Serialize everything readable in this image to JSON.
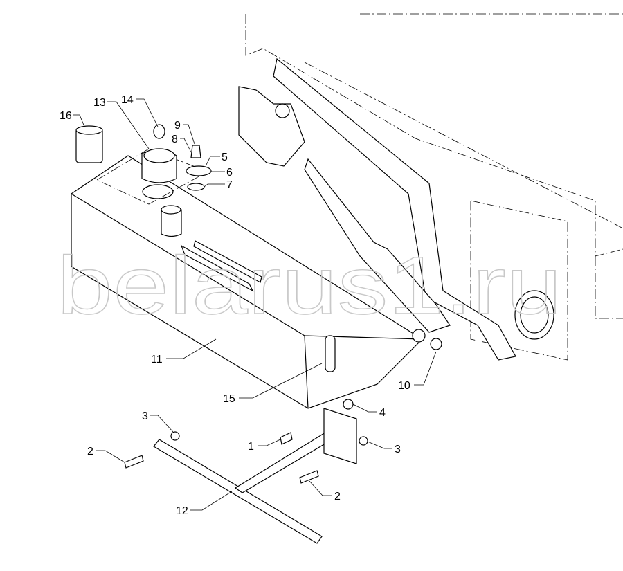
{
  "watermark": "belarus1.ru",
  "callouts": [
    {
      "id": "16",
      "label": "16"
    },
    {
      "id": "13",
      "label": "13"
    },
    {
      "id": "14",
      "label": "14"
    },
    {
      "id": "9",
      "label": "9"
    },
    {
      "id": "8",
      "label": "8"
    },
    {
      "id": "5",
      "label": "5"
    },
    {
      "id": "6",
      "label": "6"
    },
    {
      "id": "7",
      "label": "7"
    },
    {
      "id": "11",
      "label": "11"
    },
    {
      "id": "15",
      "label": "15"
    },
    {
      "id": "10",
      "label": "10"
    },
    {
      "id": "4",
      "label": "4"
    },
    {
      "id": "3a",
      "label": "3"
    },
    {
      "id": "3b",
      "label": "3"
    },
    {
      "id": "2a",
      "label": "2"
    },
    {
      "id": "1",
      "label": "1"
    },
    {
      "id": "2b",
      "label": "2"
    },
    {
      "id": "12",
      "label": "12"
    }
  ]
}
